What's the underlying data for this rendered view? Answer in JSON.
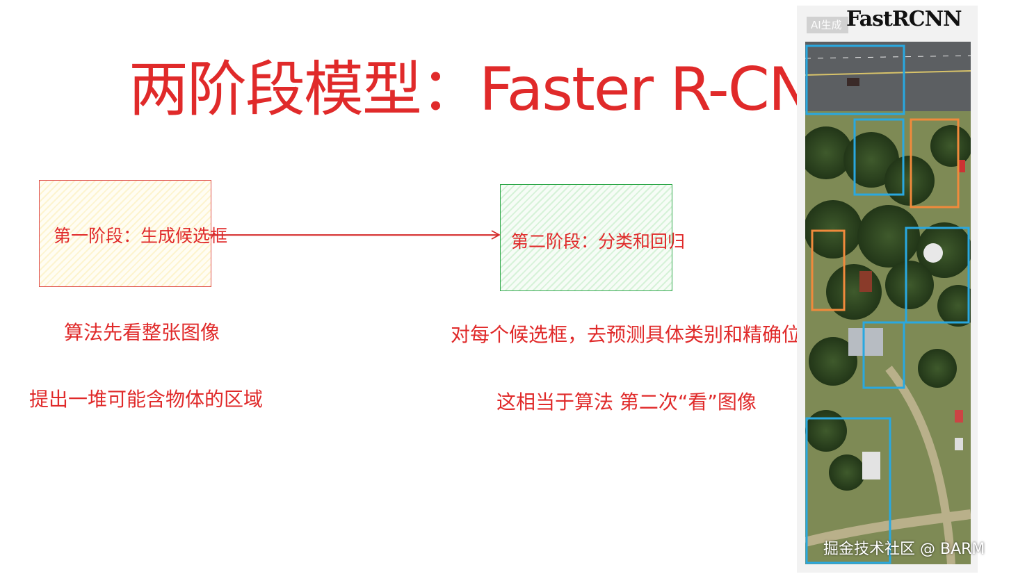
{
  "title": "两阶段模型：Faster R-CNN",
  "stages": [
    {
      "label": "第一阶段：生成候选框"
    },
    {
      "label": "第二阶段：分类和回归"
    }
  ],
  "notes": {
    "stage1": [
      "算法先看整张图像",
      "提出一堆可能含物体的区域"
    ],
    "stage2": [
      "对每个候选框，去预测具体类别和精确位置",
      "这相当于算法 第二次“看”图像"
    ]
  },
  "panel": {
    "title": "FastRCNN",
    "badge": "AI生成"
  },
  "watermark": "掘金技术社区 @ BARM",
  "colors": {
    "accent": "#e02a2a",
    "stage1_border": "#e0504a",
    "stage2_border": "#2fa84a",
    "box_blue": "#29a8e0",
    "box_orange": "#f08a3c"
  }
}
